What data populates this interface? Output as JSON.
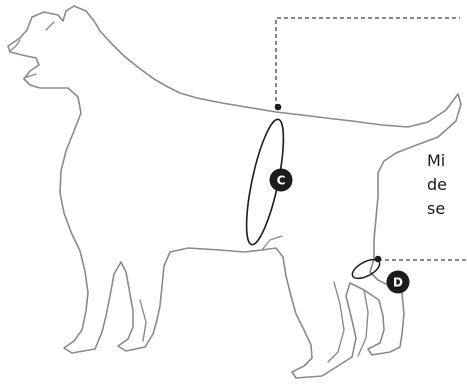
{
  "figure": {
    "description_lines": [
      "Mi",
      "de",
      "se"
    ],
    "markers": [
      {
        "id": "C",
        "label": "C",
        "part": "chest-girth"
      },
      {
        "id": "D",
        "label": "D",
        "part": "leg-girth"
      }
    ],
    "colors": {
      "outline": "#8a8a8a",
      "marker_fill": "#1c1c1c",
      "marker_text": "#ffffff",
      "leader_line": "#444444"
    }
  }
}
